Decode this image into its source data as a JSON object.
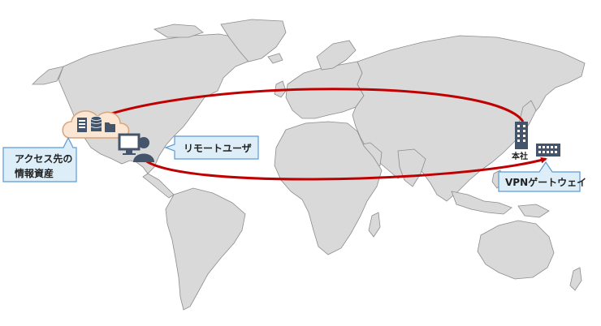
{
  "labels": {
    "info_assets_line1": "アクセス先の",
    "info_assets_line2": "情報資産",
    "remote_user": "リモートユーザ",
    "hq": "本社",
    "vpn_gateway": "VPNゲートウェイ"
  },
  "colors": {
    "land": "#d9d9d9",
    "coast": "#8c8c8c",
    "route": "#c00000",
    "callout_fill": "#ddeef8",
    "callout_stroke": "#5b9bd5",
    "cloud_fill": "#fbe6d3",
    "cloud_stroke": "#d8a47a",
    "icon": "#44546a"
  },
  "icons": [
    "cloud-icon",
    "server-icon",
    "database-icon",
    "folder-icon",
    "remote-user-icon",
    "office-building-icon",
    "vpn-gateway-icon"
  ]
}
